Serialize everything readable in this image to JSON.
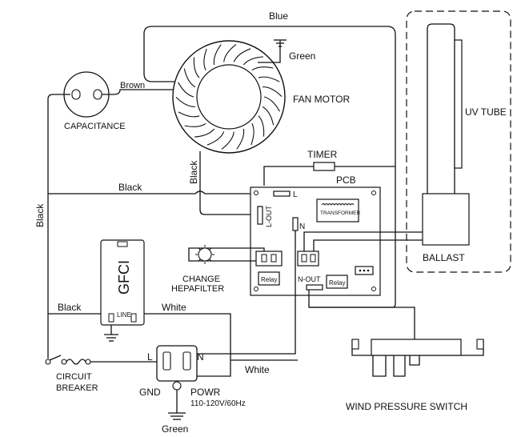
{
  "labels": {
    "blue": "Blue",
    "green_top": "Green",
    "brown": "Brown",
    "fan_motor": "FAN MOTOR",
    "capacitance": "CAPACITANCE",
    "black_vertical_fan": "Black",
    "timer": "TIMER",
    "pcb": "PCB",
    "black_mid": "Black",
    "black_left": "Black",
    "l_pin": "L",
    "l_out": "L-OUT",
    "transformer": "TRANSFORMER",
    "n_pin": "N",
    "uv_tube": "UV TUBE",
    "ballast": "BALLAST",
    "change_1": "CHANGE",
    "change_2": "HEPAFILTER",
    "relay_1": "Relay",
    "relay_2": "Relay",
    "n_out": "N-OUT",
    "gfci": "GFCI",
    "line": "LINE",
    "black_gfci": "Black",
    "white_gfci": "White",
    "white_bottom": "White",
    "circuit_1": "CIRCUIT",
    "circuit_2": "BREAKER",
    "plug_l": "L",
    "plug_n": "N",
    "gnd": "GND",
    "powr": "POWR",
    "voltage": "110-120V/60Hz",
    "green_bottom": "Green",
    "wind_pressure_switch": "WIND PRESSURE SWITCH"
  }
}
